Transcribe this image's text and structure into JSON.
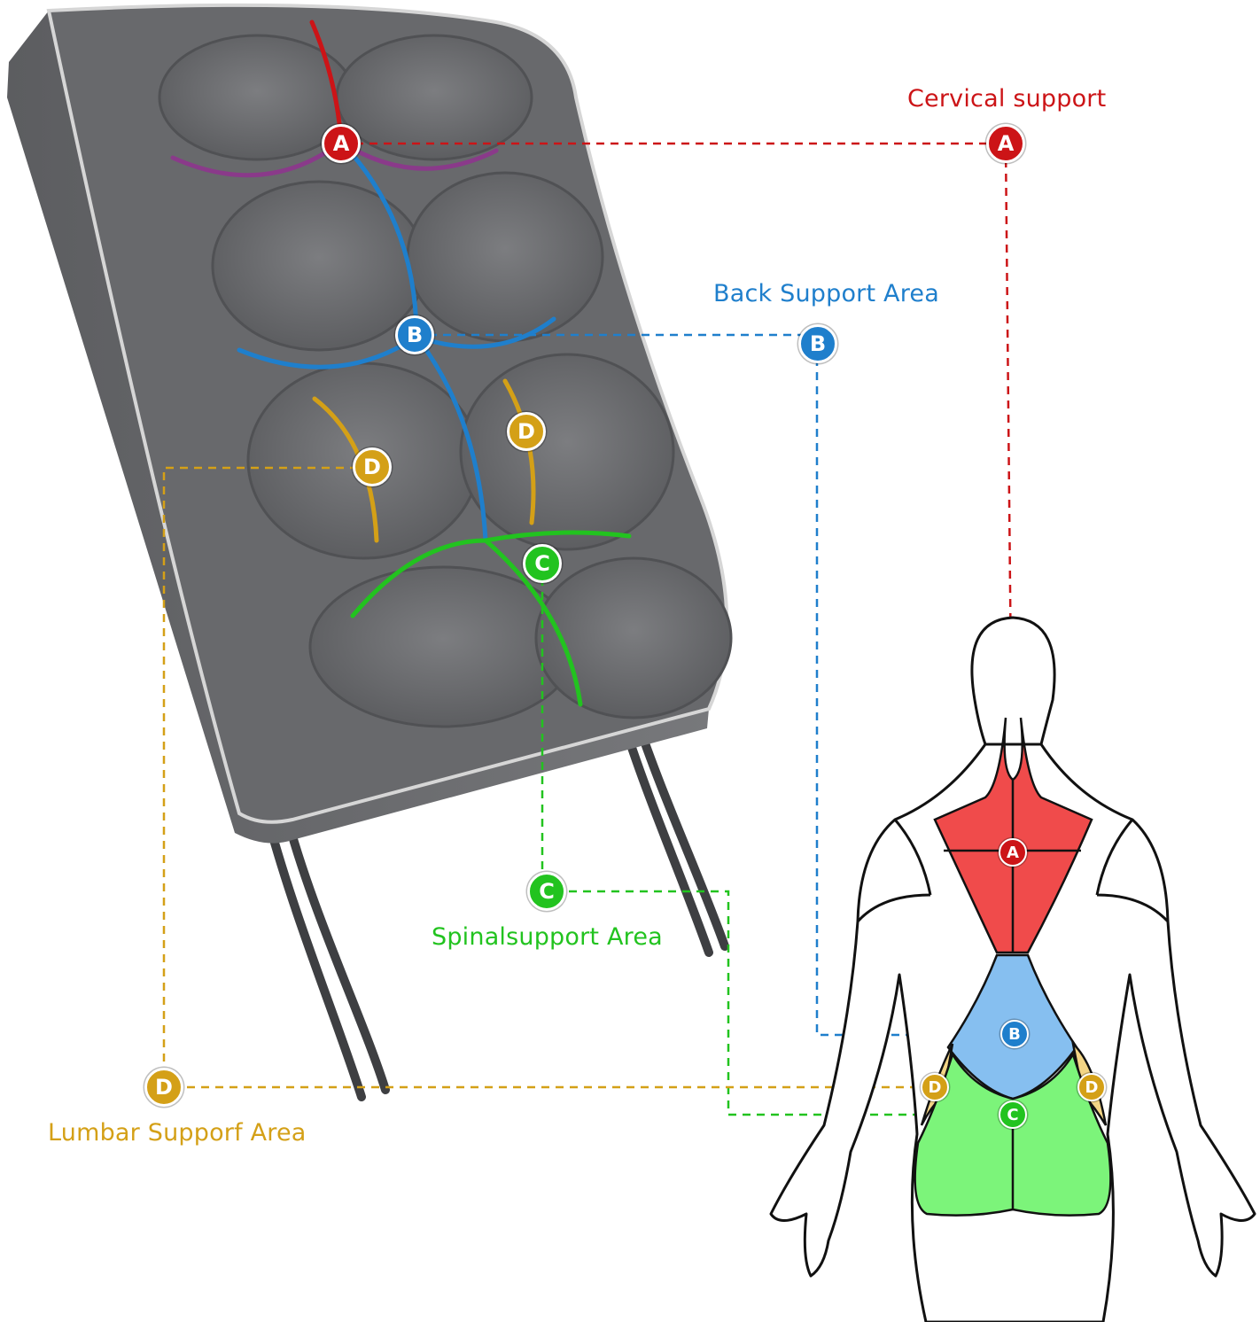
{
  "labels": {
    "cervical": "Cervical support",
    "back": "Back Support Area",
    "spinal": "Spinalsupport Area",
    "lumbar": "Lumbar Supporf Area"
  },
  "badges": {
    "A": "A",
    "B": "B",
    "C": "C",
    "D": "D"
  },
  "colors": {
    "cervical": "#cc1417",
    "back": "#1f7fcc",
    "spinal": "#22c31f",
    "lumbar": "#d4a017",
    "cushion": "#6f7073",
    "cushion_dark": "#4f5053",
    "piping": "#d6d6d6",
    "zone_a_fill": "#f04b4b",
    "zone_b_fill": "#86bff0",
    "zone_c_fill": "#7cf47a",
    "zone_d_fill": "#f3d585"
  }
}
